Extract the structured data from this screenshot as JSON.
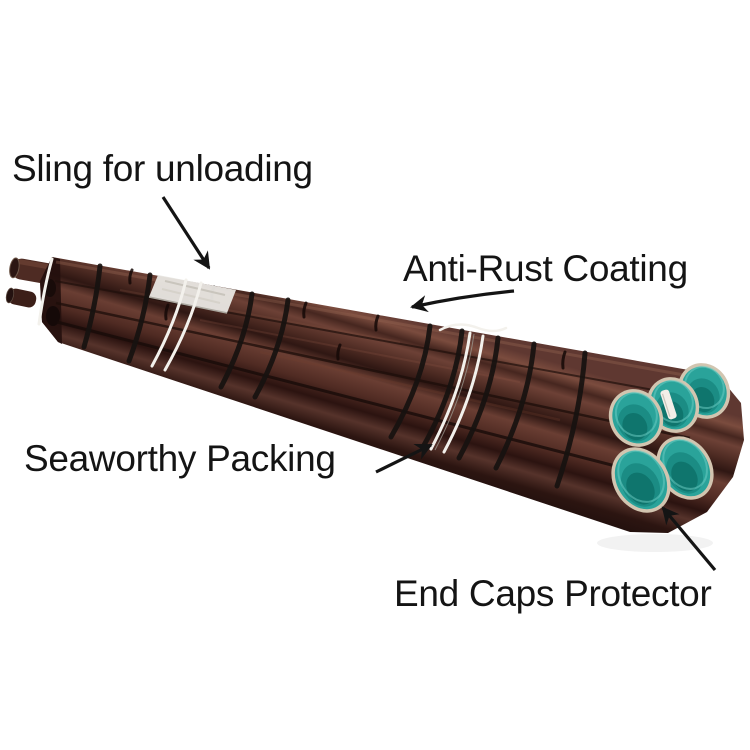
{
  "annotations": {
    "sling": {
      "label": "Sling for unloading"
    },
    "anti_rust": {
      "label": "Anti-Rust Coating"
    },
    "seaworthy": {
      "label": "Seaworthy Packing"
    },
    "end_caps": {
      "label": "End Caps Protector"
    }
  },
  "photo_objects": [
    "pipe-bundle",
    "sling-straps",
    "steel-straps",
    "anti-rust-coated-pipes",
    "end-caps"
  ],
  "colors": {
    "background": "#ffffff",
    "text": "#141414",
    "pipe_dark": "#2b1310",
    "pipe_mid": "#56332b",
    "pipe_highlight": "#7b4c3e",
    "strap_black": "#171210",
    "sling_white": "#f3f1ec",
    "cap_teal": "#2aa39a",
    "cap_teal_mid": "#1b8c84",
    "cap_teal_dark": "#0f756d",
    "cap_rim": "#d2c5b0"
  }
}
